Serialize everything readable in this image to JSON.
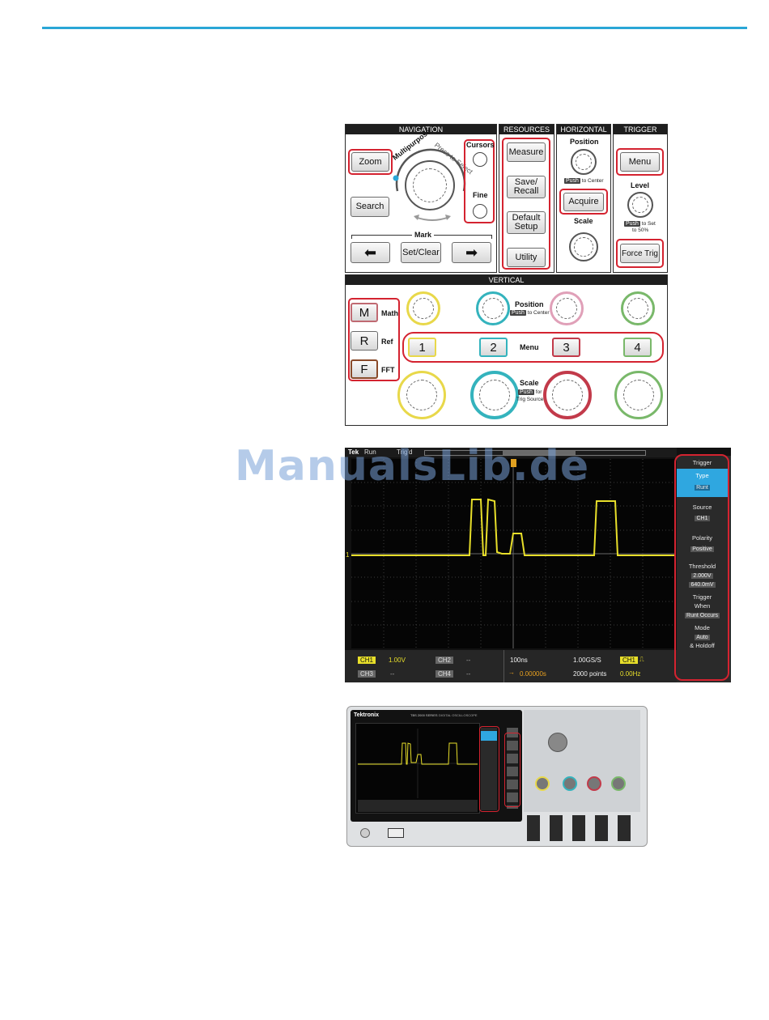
{
  "watermark": "ManualsLib.de",
  "front_panel": {
    "navigation": {
      "header": "NAVIGATION",
      "zoom": "Zoom",
      "search": "Search",
      "multipurpose": "Multipurpose",
      "press_to_select": "Press to Select",
      "cursors": "Cursors",
      "fine": "Fine",
      "mark": "Mark",
      "set_clear": "Set/Clear"
    },
    "resources": {
      "header": "RESOURCES",
      "measure": "Measure",
      "save_recall_1": "Save/",
      "save_recall_2": "Recall",
      "default_setup_1": "Default",
      "default_setup_2": "Setup",
      "utility": "Utility"
    },
    "horizontal": {
      "header": "HORIZONTAL",
      "position": "Position",
      "push": "Push",
      "to_center": "to Center",
      "acquire": "Acquire",
      "scale": "Scale"
    },
    "trigger": {
      "header": "TRIGGER",
      "menu": "Menu",
      "level": "Level",
      "push": "Push",
      "to_set": "to Set",
      "to_50": "to 50%",
      "force_trig": "Force Trig"
    },
    "vertical": {
      "header": "VERTICAL",
      "math_key": "M",
      "math": "Math",
      "ref_key": "R",
      "ref": "Ref",
      "fft_key": "F",
      "fft": "FFT",
      "position": "Position",
      "push": "Push",
      "to_center": "to Center",
      "ch1": "1",
      "ch2": "2",
      "ch3": "3",
      "ch4": "4",
      "menu": "Menu",
      "scale": "Scale",
      "for": "for",
      "trig_source": "Trig Source"
    }
  },
  "screen": {
    "brand": "Tek",
    "run": "Run",
    "trig": "Trig'd",
    "ch1_marker": "1",
    "menu": {
      "title": "Trigger",
      "type_label": "Type",
      "type_value": "Runt",
      "source_label": "Source",
      "source_value": "CH1",
      "polarity_label": "Polarity",
      "polarity_value": "Positive",
      "threshold_label": "Threshold",
      "threshold_value_1": "2.000V",
      "threshold_value_2": "640.0mV",
      "trigger_label": "Trigger",
      "when_label": "When",
      "when_value": "Runt Occurs",
      "mode_label": "Mode",
      "mode_value": "Auto",
      "holdoff_label": "& Holdoff"
    },
    "status": {
      "ch1": "CH1",
      "ch1_scale": "1.00V",
      "ch2": "CH2",
      "ch2_value": "--",
      "ch3": "CH3",
      "ch3_value": "--",
      "ch4": "CH4",
      "ch4_value": "--",
      "timebase": "100ns",
      "sample_rate": "1.00GS/S",
      "trigger_pos": "0.00000s",
      "record_length": "2000 points",
      "trig_source": "CH1",
      "frequency": "0.00Hz"
    }
  },
  "device": {
    "brand": "Tektronix",
    "model": "TBS 2000 SERIES",
    "subtitle": "DIGITAL OSCILLOSCOPE"
  },
  "colors": {
    "highlight": "#d42330",
    "ch1": "#e8d84a",
    "ch2": "#34b3bd",
    "ch3": "#c23a4a",
    "ch4": "#79b86a",
    "rule": "#2aa6d6",
    "menu_selected": "#2fa7e0"
  }
}
